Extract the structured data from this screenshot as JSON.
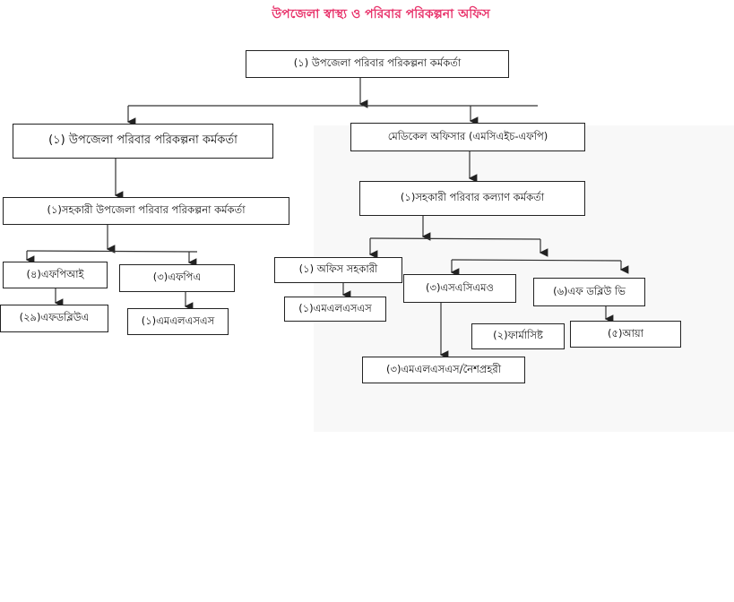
{
  "title": "উপজেলা স্বাস্থ্য ও পরিবার পরিকল্পনা অফিস",
  "accent_color": "#e8336b",
  "nodes": {
    "top": "(১)  উপজেলা  পরিবার  পরিকল্পনা  কর্মকর্তা",
    "ufpo": "(১)  উপজেলা  পরিবার  পরিকল্পনা  কর্মকর্তা",
    "aufpo": "(১)সহকারী  উপজেলা  পরিবার  পরিকল্পনা  কর্মকর্তা",
    "fpi": "(৪)এফপিআই",
    "fwa": "(২৯)এফডব্লিউএ",
    "fpa": "(৩)এফপিএ",
    "mlss_left": "(১)এমএলএসএস",
    "mo": "মেডিকেল  অফিসার  (এমসিএইচ-এফপি)",
    "afwo": "(১)সহকারী  পরিবার  কল্যাণ  কর্মকর্তা",
    "office_asst": "(১)  অফিস  সহকারী",
    "mlss_right": "(১)এমএলএসএস",
    "sacmo": "(৩)এসএসিএমও",
    "fwv": "(৬)এফ  ডব্লিউ  ভি",
    "pharmacist": "(২)ফার্মাসিষ্ট",
    "aya": "(৫)আয়া",
    "mlss_guard": "(৩)এমএলএসএস/নৈশপ্রহরী"
  }
}
